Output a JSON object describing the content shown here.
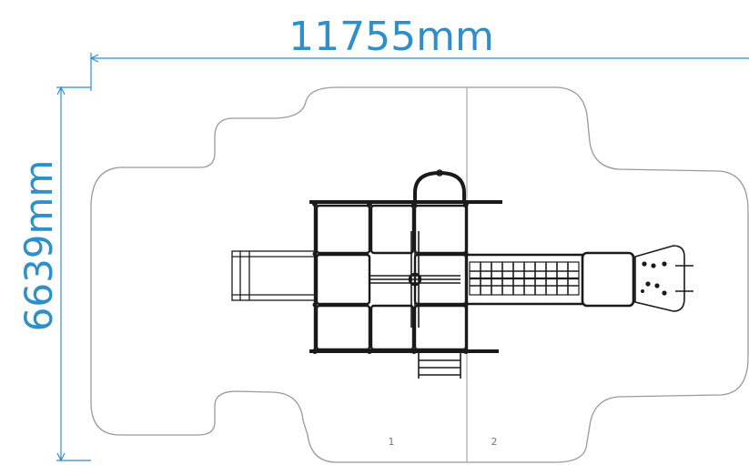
{
  "dimensions": {
    "width_label": "11755mm",
    "height_label": "6639mm"
  },
  "zones": {
    "left_label": "1",
    "right_label": "2"
  },
  "colors": {
    "dimension_line": "#2f8fc9",
    "outline": "#9a9a9a",
    "structure": "#1a1a1a"
  }
}
